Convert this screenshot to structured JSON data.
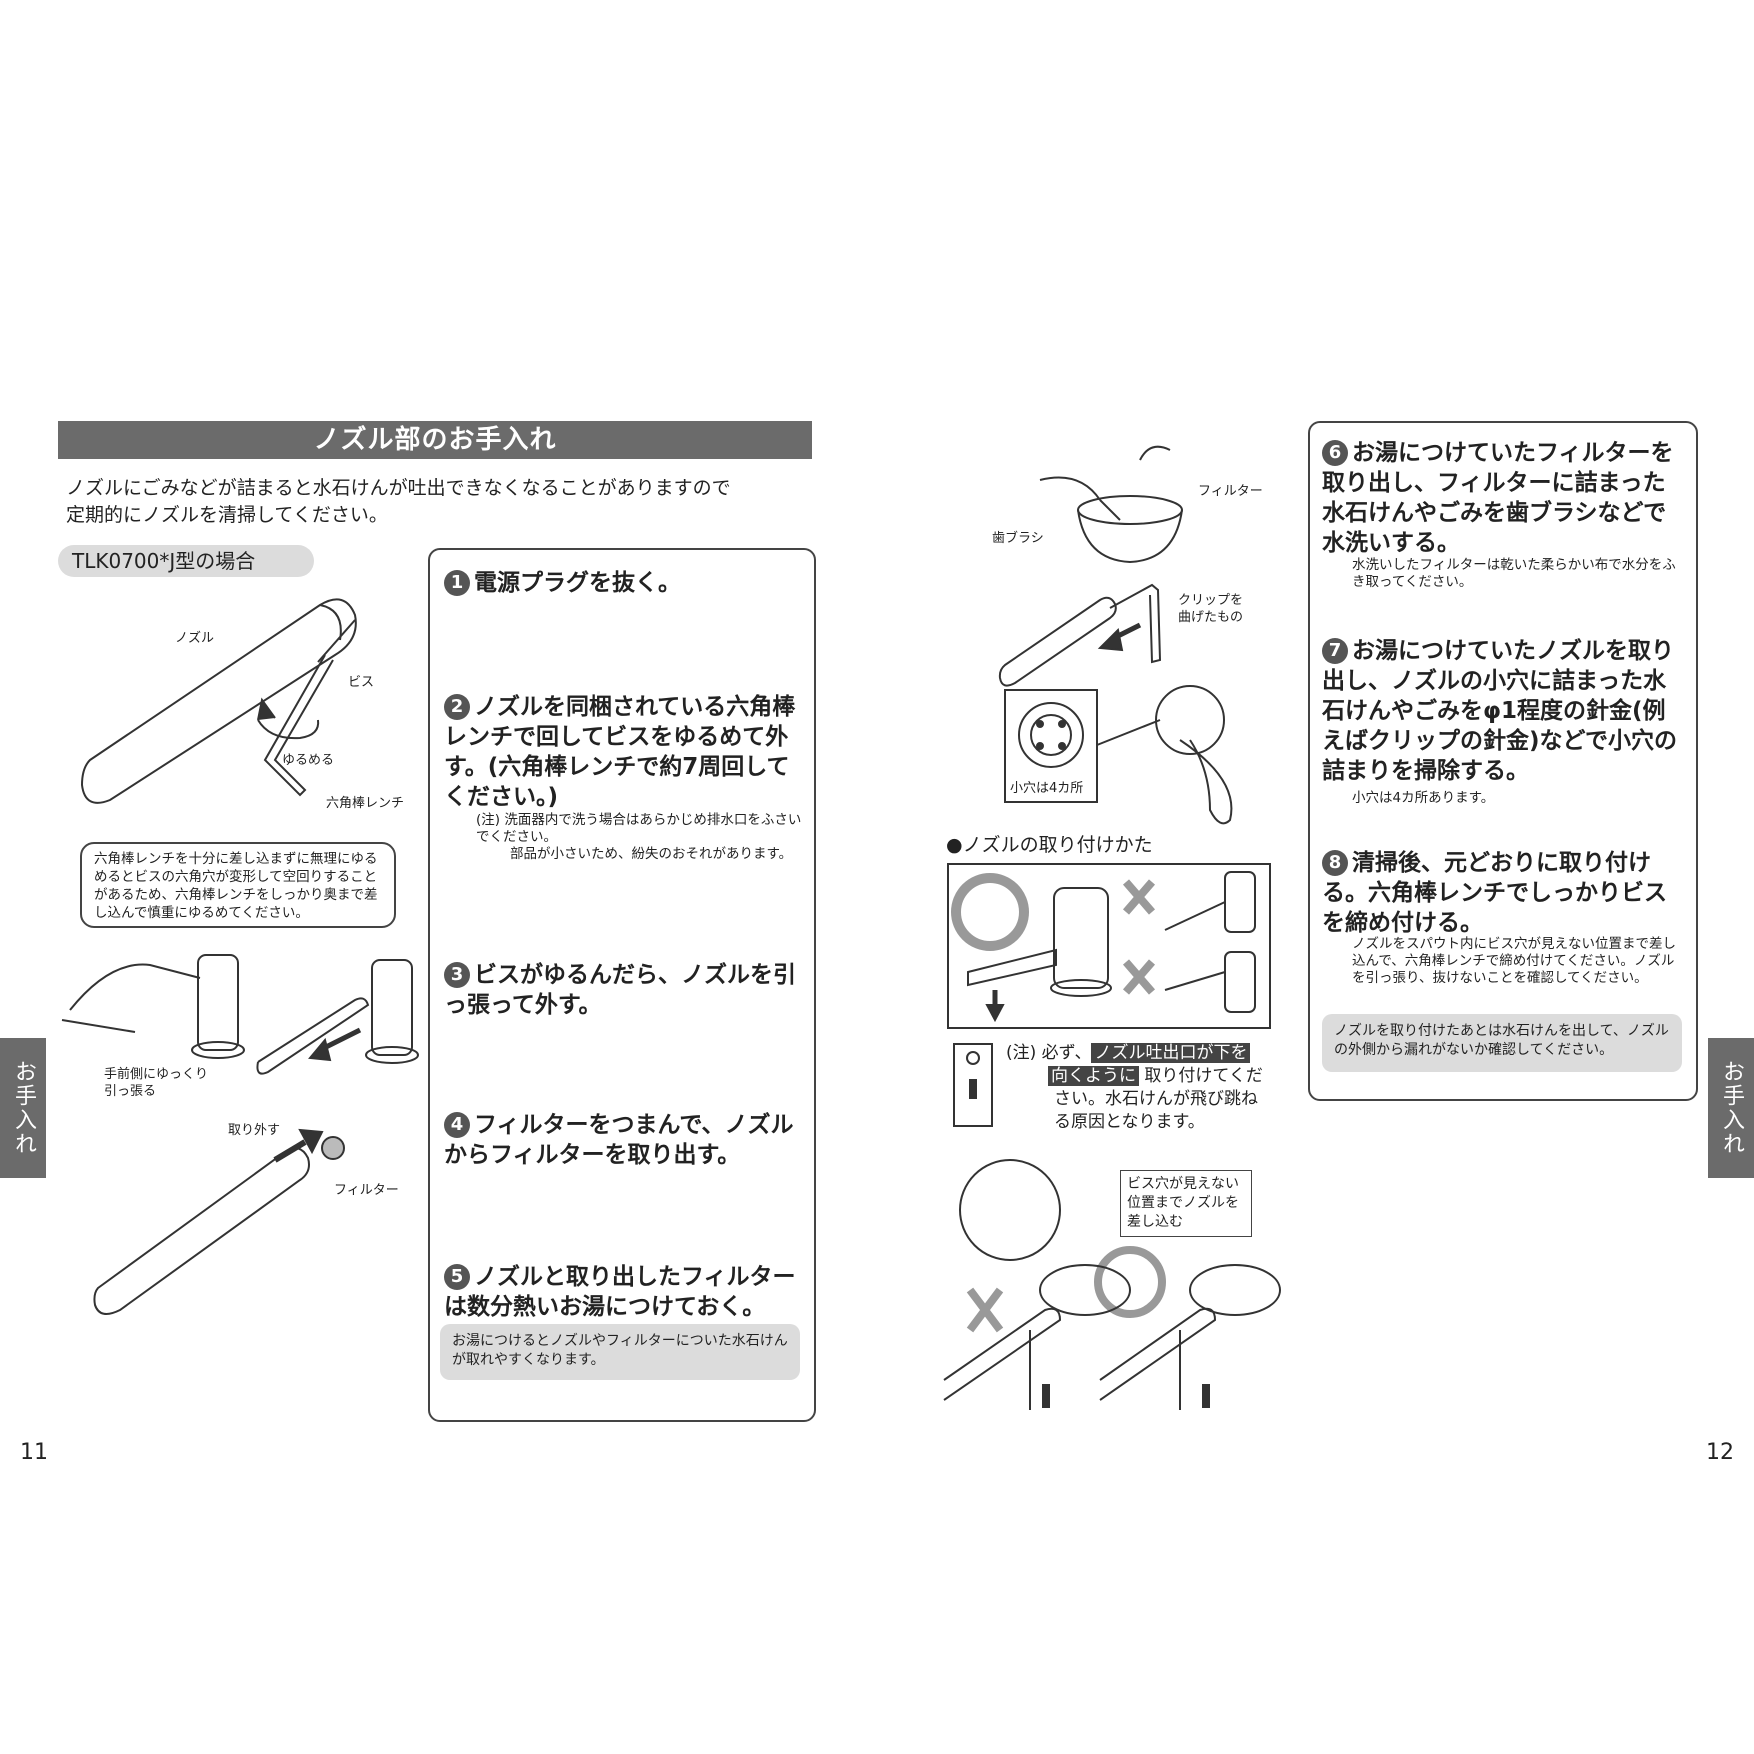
{
  "left_page": {
    "section_title": "ノズル部のお手入れ",
    "intro_line1": "ノズルにごみなどが詰まると水石けんが吐出できなくなることがありますので",
    "intro_line2": "定期的にノズルを清掃してください。",
    "model_tag": "TLK0700*J型の場合",
    "labels": {
      "nozzle": "ノズル",
      "screw": "ビス",
      "loosen": "ゆるめる",
      "hex_wrench": "六角棒レンチ",
      "pull_gently_1": "手前側にゆっくり",
      "pull_gently_2": "引っ張る",
      "remove": "取り外す",
      "filter": "フィルター"
    },
    "callout_text": "六角棒レンチを十分に差し込まずに無理にゆるめるとビスの六角穴が変形して空回りすることがあるため、六角棒レンチをしっかり奥まで差し込んで慎重にゆるめてください。",
    "steps": [
      {
        "num": "1",
        "text": "電源プラグを抜く。"
      },
      {
        "num": "2",
        "text": "ノズルを同梱されている六角棒レンチで回してビスをゆるめて外す。(六角棒レンチで約7周回してください。)"
      },
      {
        "num": "3",
        "text": "ビスがゆるんだら、ノズルを引っ張って外す。"
      },
      {
        "num": "4",
        "text": "フィルターをつまんで、ノズルからフィルターを取り出す。"
      },
      {
        "num": "5",
        "text": "ノズルと取り出したフィルターは数分熱いお湯につけておく。"
      }
    ],
    "step2_note_label": "(注)",
    "step2_note_line1": "洗面器内で洗う場合はあらかじめ排水口をふさいでください。",
    "step2_note_line2": "部品が小さいため、紛失のおそれがあります。",
    "step5_note": "お湯につけるとノズルやフィルターについた水石けんが取れやすくなります。",
    "side_tab": "お手入れ",
    "page_number": "11"
  },
  "right_page": {
    "labels": {
      "filter": "フィルター",
      "toothbrush": "歯ブラシ",
      "clip_1": "クリップを",
      "clip_2": "曲げたもの",
      "holes": "小穴は4カ所"
    },
    "mount_heading": "●ノズルの取り付けかた",
    "mount_note_label": "(注)",
    "mount_note_pre": "必ず、",
    "mount_note_hl1": "ノズル吐出口が下を",
    "mount_note_hl2": "向くように",
    "mount_note_post1": "取り付けてくだ",
    "mount_note_post2": "さい。水石けんが飛び跳ね",
    "mount_note_post3": "る原因となります。",
    "screw_hole_callout": "ビス穴が見えない位置までノズルを差し込む",
    "steps": [
      {
        "num": "6",
        "text": "お湯につけていたフィルターを取り出し、フィルターに詰まった水石けんやごみを歯ブラシなどで水洗いする。"
      },
      {
        "num": "7",
        "text": "お湯につけていたノズルを取り出し、ノズルの小穴に詰まった水石けんやごみをφ1程度の針金(例えばクリップの針金)などで小穴の詰まりを掃除する。"
      },
      {
        "num": "8",
        "text": "清掃後、元どおりに取り付ける。六角棒レンチでしっかりビスを締め付ける。"
      }
    ],
    "step6_note": "水洗いしたフィルターは乾いた柔らかい布で水分をふき取ってください。",
    "step7_note": "小穴は4カ所あります。",
    "step8_note": "ノズルをスパウト内にビス穴が見えない位置まで差し込んで、六角棒レンチで締め付けてください。ノズルを引っ張り、抜けないことを確認してください。",
    "step8_grey_note": "ノズルを取り付けたあとは水石けんを出して、ノズルの外側から漏れがないか確認してください。",
    "side_tab": "お手入れ",
    "page_number": "12"
  }
}
